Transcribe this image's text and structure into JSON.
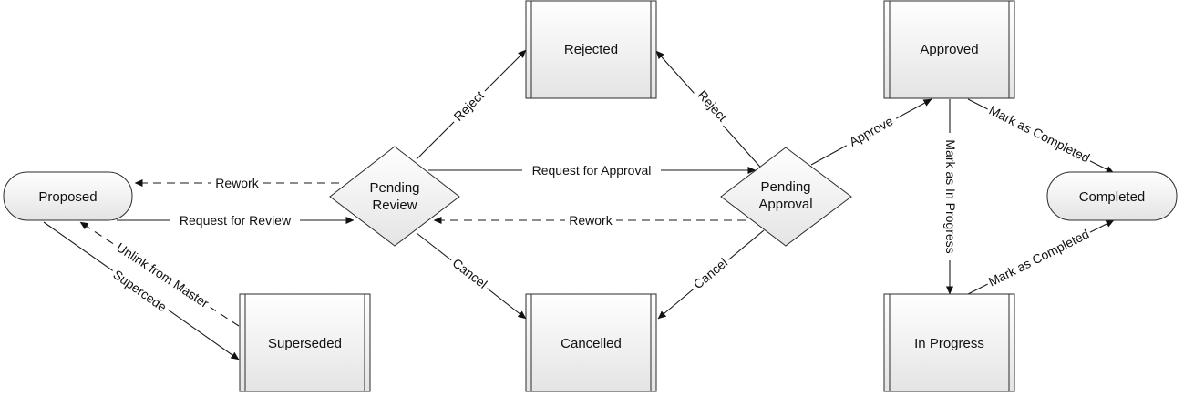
{
  "nodes": {
    "proposed": "Proposed",
    "pending_review": [
      "Pending",
      "Review"
    ],
    "pending_approval": [
      "Pending",
      "Approval"
    ],
    "rejected": "Rejected",
    "approved": "Approved",
    "completed": "Completed",
    "superseded": "Superseded",
    "cancelled": "Cancelled",
    "in_progress": "In Progress"
  },
  "edges": {
    "rework_to_proposed": "Rework",
    "request_for_review": "Request for Review",
    "unlink_from_master": "Unlink from Master",
    "supercede": "Supercede",
    "reject_from_review": "Reject",
    "reject_to_approval": "Reject",
    "request_for_approval": "Request for Approval",
    "rework_to_review": "Rework",
    "cancel_from_review": "Cancel",
    "cancel_from_approval": "Cancel",
    "approve": "Approve",
    "mark_as_in_progress": "Mark as In Progress",
    "mark_as_completed_from_approved": "Mark as Completed",
    "mark_as_completed_from_in_progress": "Mark as Completed"
  },
  "colors": {
    "node_fill_top": "#ffffff",
    "node_fill_bottom": "#e6e6e6",
    "stroke": "#2b2b2b"
  }
}
